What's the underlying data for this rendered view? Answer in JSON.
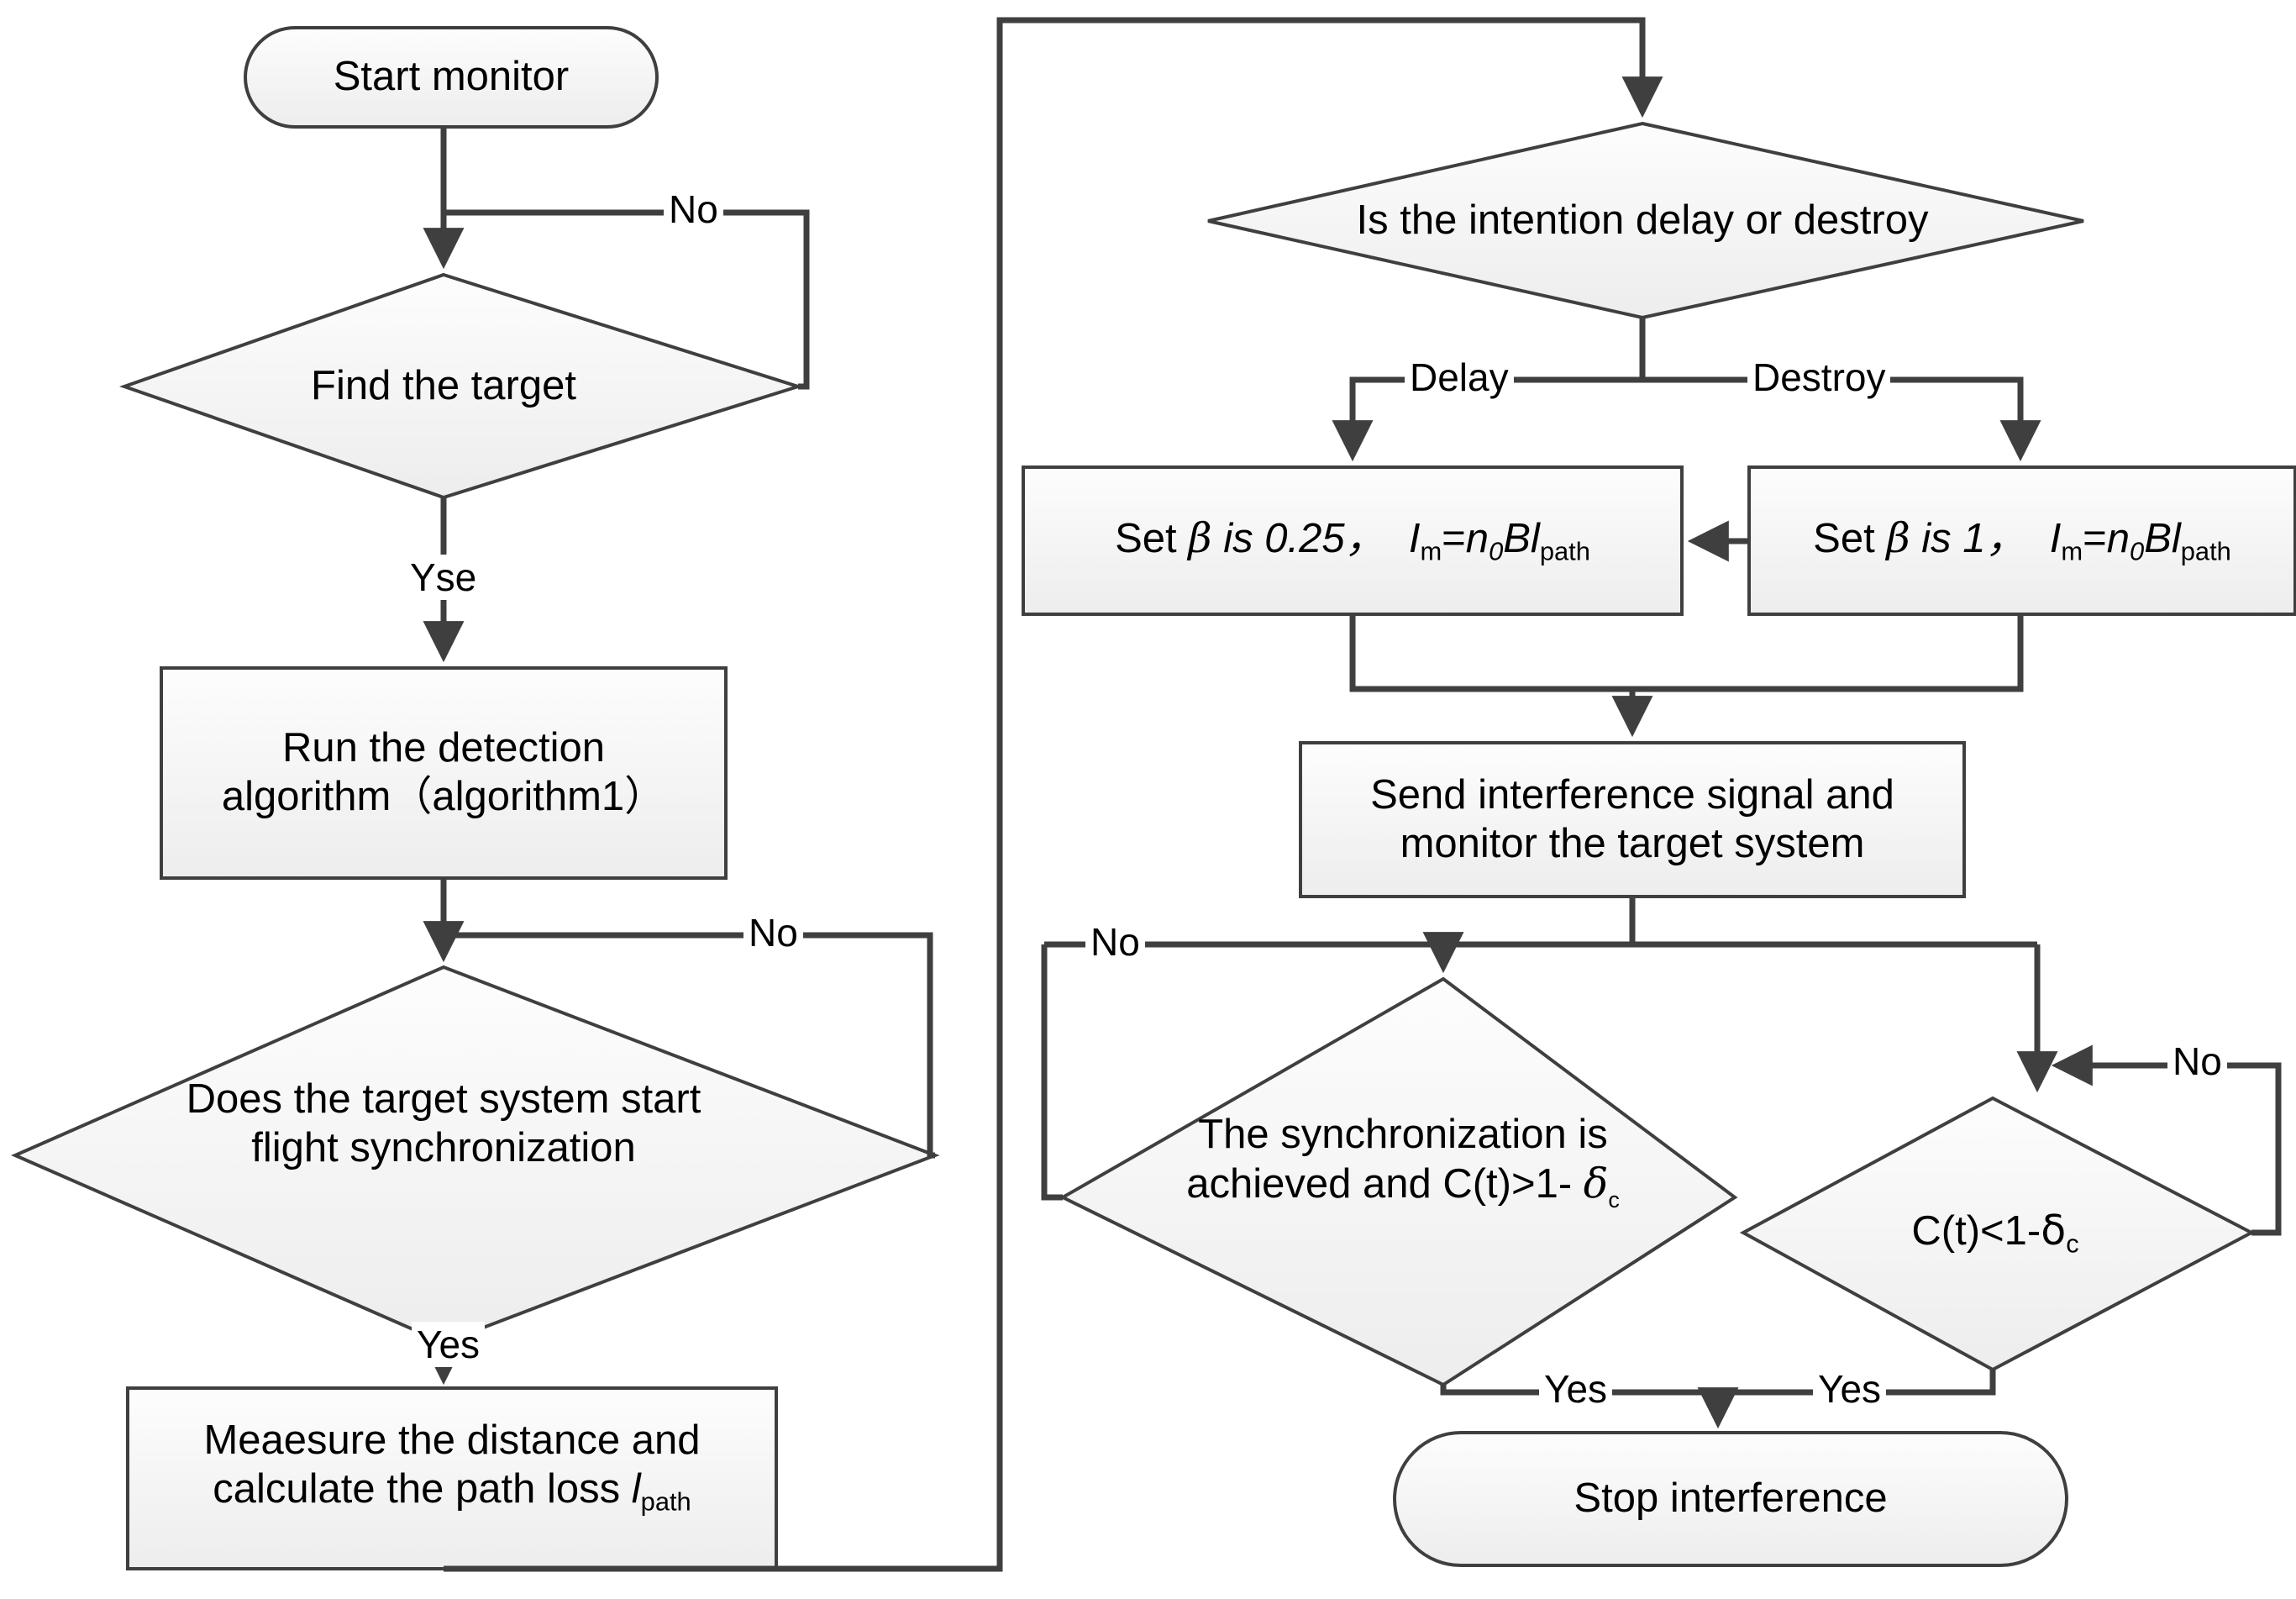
{
  "meta": {
    "title": "Interference monitoring and control flowchart",
    "type": "flowchart",
    "colors": {
      "stroke": "#3f3f3f",
      "fill_top": "#fdfdfd",
      "fill_bottom": "#eeeeee",
      "text": "#000000",
      "background": "#ffffff"
    }
  },
  "nodes": {
    "start_monitor": {
      "shape": "terminator",
      "label": "Start monitor"
    },
    "find_target": {
      "shape": "decision",
      "label": "Find the target"
    },
    "run_detection": {
      "shape": "process",
      "line1": "Run the detection",
      "line2": "algorithm（algorithm1）"
    },
    "target_sync": {
      "shape": "decision",
      "line1": "Does the target system start",
      "line2": "flight synchronization"
    },
    "measure_distance": {
      "shape": "process",
      "line1": "Meaesure the distance and",
      "line2_pre": "calculate the path loss ",
      "line2_var": "l",
      "line2_sub": "path"
    },
    "intention": {
      "shape": "decision",
      "label": "Is the intention delay or destroy"
    },
    "set_beta_delay": {
      "shape": "process",
      "pre": "Set ",
      "greek": "β",
      "mid": " is 0.25，",
      "sym_i": "I",
      "sym_i_sub": "m",
      "eq": "=",
      "n": "n",
      "n_sub": "0",
      "b": "B",
      "l": "l",
      "l_sub": "path"
    },
    "set_beta_destroy": {
      "shape": "process",
      "pre": "Set ",
      "greek": "β",
      "mid": " is 1，",
      "sym_i": "I",
      "sym_i_sub": "m",
      "eq": "=",
      "n": "n",
      "n_sub": "0",
      "b": "B",
      "l": "l",
      "l_sub": "path"
    },
    "send_interference": {
      "shape": "process",
      "line1": "Send interference signal and",
      "line2": "monitor the target system"
    },
    "sync_achieved": {
      "shape": "decision",
      "line1": "The synchronization is",
      "line2_pre": "achieved and C(t)>1-",
      "line2_greek": "δ",
      "line2_sub": "c"
    },
    "c_less": {
      "shape": "decision",
      "pre": "C(t)<1-",
      "greek": "δ",
      "sub": "c"
    },
    "stop_interference": {
      "shape": "terminator",
      "label": "Stop interference"
    }
  },
  "edge_labels": {
    "find_target_no": "No",
    "find_target_yes": "Yse",
    "target_sync_no": "No",
    "target_sync_yes": "Yes",
    "intention_delay": "Delay",
    "intention_destroy": "Destroy",
    "sync_no": "No",
    "sync_yes": "Yes",
    "c_less_no": "No",
    "c_less_yes": "Yes"
  }
}
